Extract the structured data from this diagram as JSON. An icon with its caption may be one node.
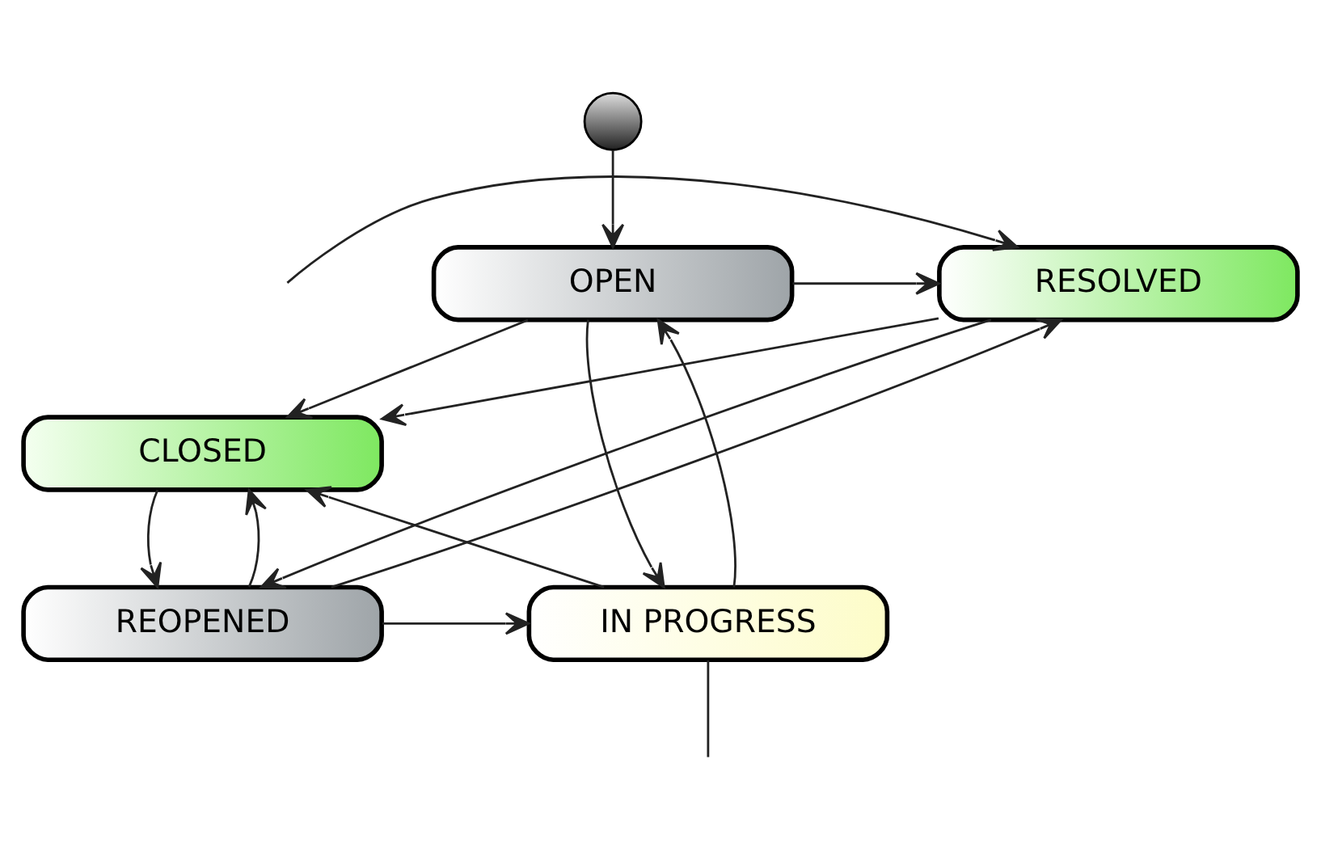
{
  "diagram": {
    "nodes": [
      {
        "text": [],
        "shape": "circle"
      },
      {
        "text": [
          "OPEN"
        ]
      },
      {
        "text": [
          "RESOLVED"
        ]
      },
      {
        "text": [
          "CLOSED"
        ]
      },
      {
        "text": [
          "IN PROGRESS"
        ]
      },
      {
        "text": [
          "REOPENED"
        ]
      }
    ],
    "edges": [
      {
        "from": 0,
        "to": 1,
        "arrow": "to"
      },
      {
        "from": 1,
        "to": 2,
        "arrow": "to"
      },
      {
        "from": 1,
        "to": 3,
        "arrow": "to"
      },
      {
        "from": 1,
        "to": 4,
        "arrow": "to"
      },
      {
        "from": 4,
        "to": 1,
        "arrow": "to"
      },
      {
        "from": 4,
        "to": 3,
        "arrow": "to"
      },
      {
        "from": 2,
        "to": 3,
        "arrow": "to"
      },
      {
        "from": 2,
        "to": 5,
        "arrow": "to"
      },
      {
        "from": 5,
        "to": 2,
        "arrow": "to"
      },
      {
        "from": 3,
        "to": 5,
        "arrow": "to"
      },
      {
        "from": 5,
        "to": 3,
        "arrow": "to"
      },
      {
        "from": 5,
        "to": 4,
        "arrow": "to"
      },
      {
        "from": null,
        "to": 2,
        "arrow": "to"
      },
      {
        "from": 4,
        "to": null,
        "arrow": "none"
      }
    ]
  }
}
